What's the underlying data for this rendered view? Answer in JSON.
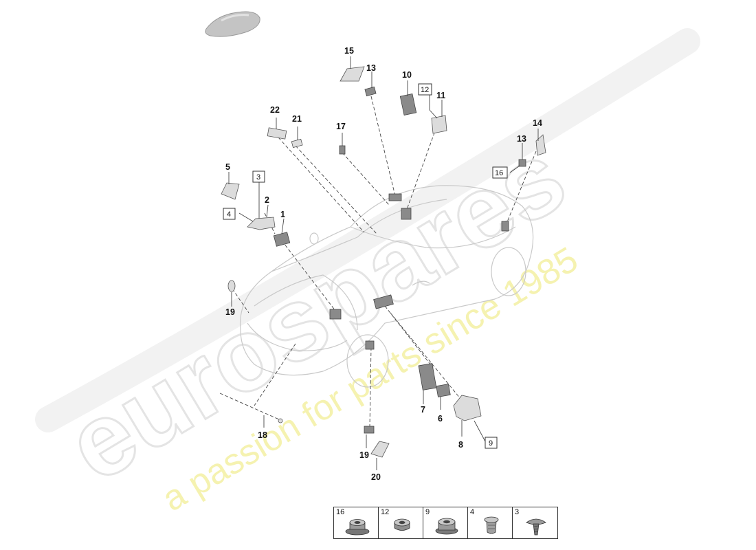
{
  "watermark": {
    "brand": "eurospares",
    "tagline": "a passion for parts since 1985"
  },
  "callouts": [
    "1",
    "2",
    "5",
    "7",
    "6",
    "8",
    "10",
    "11",
    "13",
    "13",
    "14",
    "15",
    "17",
    "18",
    "19",
    "19",
    "20",
    "21",
    "22"
  ],
  "boxed_callouts": [
    "3",
    "4",
    "9",
    "12",
    "16"
  ],
  "fasteners": [
    {
      "number": "16",
      "icon": "flange-nut-icon"
    },
    {
      "number": "12",
      "icon": "hex-nut-icon"
    },
    {
      "number": "9",
      "icon": "collar-nut-icon"
    },
    {
      "number": "4",
      "icon": "expanding-nut-icon"
    },
    {
      "number": "3",
      "icon": "screw-icon"
    }
  ],
  "colors": {
    "watermark_grey": "#e9e9e9",
    "watermark_yellow": "#f4f1a8",
    "car_outline": "#c9c9c9",
    "lines": "#444444"
  }
}
